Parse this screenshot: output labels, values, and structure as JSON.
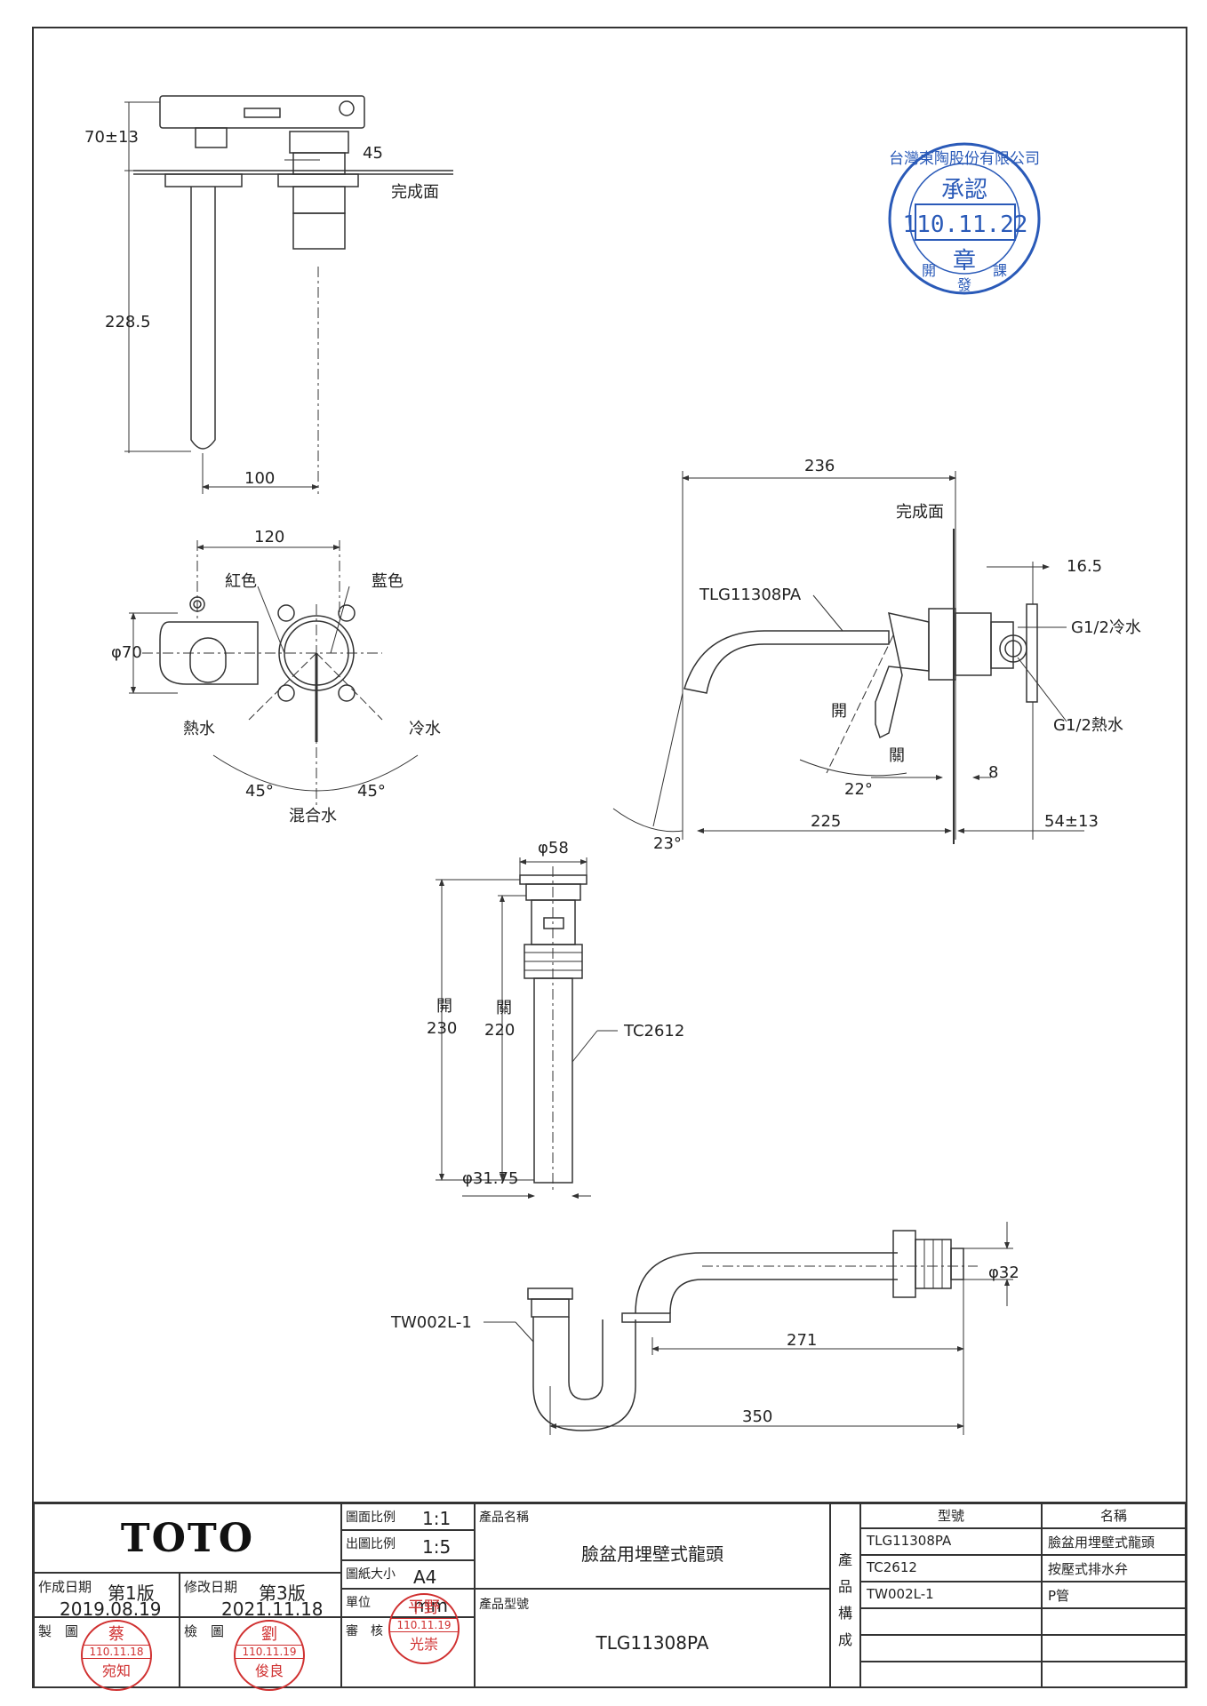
{
  "dims": {
    "top_height": "70±13",
    "top_45": "45",
    "finish_surface_top": "完成面",
    "spout_length": "228.5",
    "spout_offset": "100",
    "plate_center": "120",
    "red": "紅色",
    "blue": "藍色",
    "plate_diameter": "φ70",
    "hot_water": "熱水",
    "cold_water": "冷水",
    "angle_left": "45°",
    "angle_right": "45°",
    "mixed_water": "混合水",
    "side_236": "236",
    "finish_surface_side": "完成面",
    "model_label": "TLG11308PA",
    "side_16_5": "16.5",
    "g12_cold": "G1/2冷水",
    "g12_hot": "G1/2熱水",
    "open": "開",
    "close": "關",
    "angle_22": "22°",
    "side_8": "8",
    "side_225": "225",
    "angle_23": "23°",
    "side_54": "54±13",
    "drain_top_d": "φ58",
    "drain_open_label": "開",
    "drain_open_val": "230",
    "drain_close_label": "關",
    "drain_close_val": "220",
    "drain_model": "TC2612",
    "drain_bottom_d": "φ31.75",
    "trap_model": "TW002L-1",
    "trap_d": "φ32",
    "trap_271": "271",
    "trap_350": "350"
  },
  "stamp": {
    "company": "台灣東陶股份有限公司",
    "approve": "承認",
    "date": "110.11.22",
    "seal": "章",
    "issue": "發",
    "dept_left": "開",
    "dept_right": "課"
  },
  "title_block": {
    "logo": "TOTO",
    "scale_drawing_label": "圖面比例",
    "scale_drawing": "1:1",
    "scale_output_label": "出圖比例",
    "scale_output": "1:5",
    "paper_label": "圖紙大小",
    "paper": "A4",
    "unit_label": "單位",
    "unit": "mm",
    "review_label": "審　核",
    "created_label": "作成日期",
    "created_edition": "第1版",
    "created_date": "2019.08.19",
    "modified_label": "修改日期",
    "modified_edition": "第3版",
    "modified_date": "2021.11.18",
    "draw_label": "製　圖",
    "check_label": "檢　圖",
    "product_name_label": "產品名稱",
    "product_name": "臉盆用埋壁式龍頭",
    "product_model_label": "產品型號",
    "product_model": "TLG11308PA",
    "composition_label": "產品構成",
    "col_model": "型號",
    "col_name": "名稱",
    "components": [
      {
        "model": "TLG11308PA",
        "name": "臉盆用埋壁式龍頭"
      },
      {
        "model": "TC2612",
        "name": "按壓式排水弁"
      },
      {
        "model": "TW002L-1",
        "name": "P管"
      },
      {
        "model": "",
        "name": ""
      },
      {
        "model": "",
        "name": ""
      }
    ],
    "stamp_draw_name": "宛知",
    "stamp_draw_date": "110.11.18",
    "stamp_check_name": "俊良",
    "stamp_check_date": "110.11.19",
    "stamp_review_name": "光崇",
    "stamp_review_date": "110.11.19",
    "stamp_draw_top": "蔡",
    "stamp_check_top": "劉",
    "stamp_review_top": "平野"
  }
}
